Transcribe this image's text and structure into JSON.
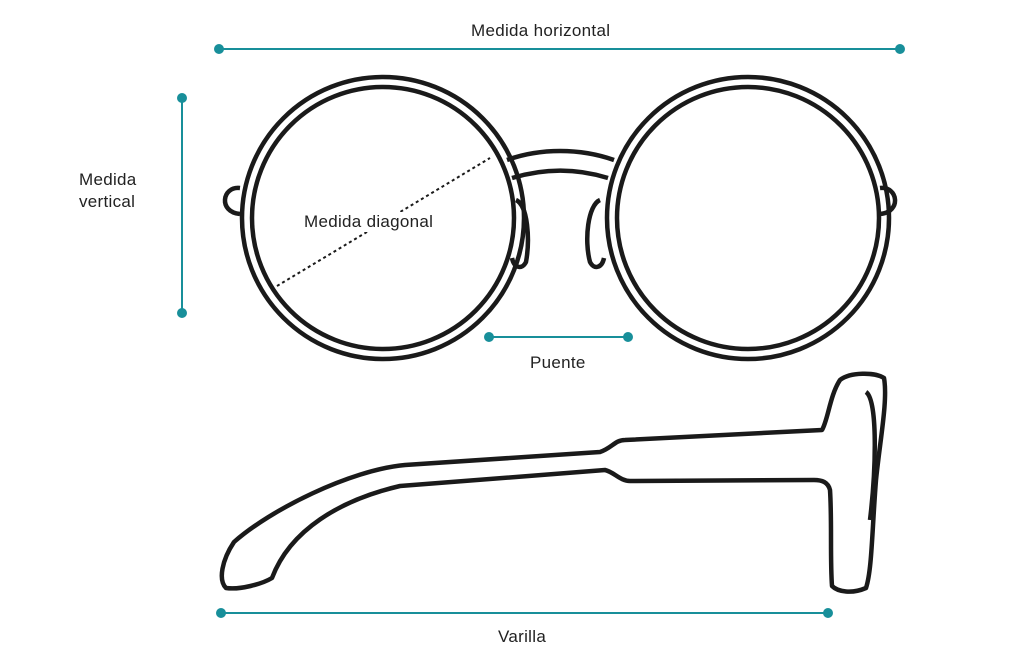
{
  "labels": {
    "horizontal": "Medida horizontal",
    "vertical_line1": "Medida",
    "vertical_line2": "vertical",
    "diagonal": "Medida diagonal",
    "bridge": "Puente",
    "temple": "Varilla"
  },
  "colors": {
    "accent": "#188f9a",
    "stroke": "#1a1a1a"
  }
}
